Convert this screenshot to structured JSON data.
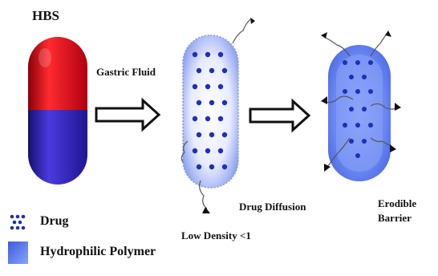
{
  "labels": {
    "capsule": "HBS",
    "gastric_fluid": "Gastric Fluid",
    "low_density": "Low Density <1",
    "drug_diffusion": "Drug Diffusion",
    "erodible_line1": "Erodible",
    "erodible_line2": "Barrier"
  },
  "legend": {
    "drug": "Drug",
    "polymer": "Hydrophilic Polymer"
  },
  "colors": {
    "capsule_top": "#e0101a",
    "capsule_bottom": "#3a28c8",
    "drug_dot": "#1e2fb8",
    "polymer": "#5a78ea",
    "arrow_stroke": "#111111"
  }
}
